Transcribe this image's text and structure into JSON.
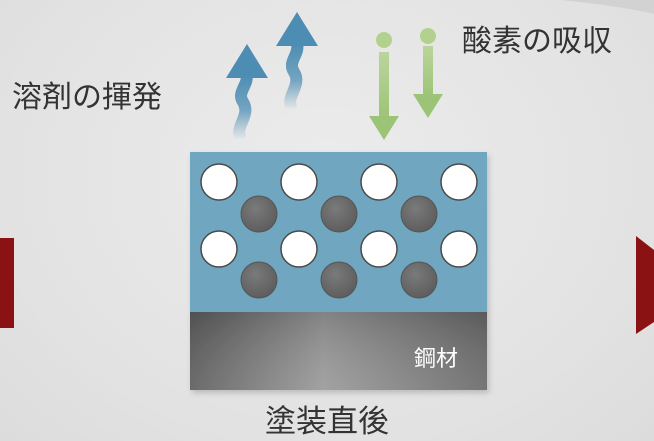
{
  "labels": {
    "solvent_evaporation": "溶剤の揮発",
    "oxygen_absorption": "酸素の吸収",
    "steel": "鋼材",
    "caption": "塗装直後"
  },
  "colors": {
    "background": "#e4e4e4",
    "coating_layer": "#6fa6c0",
    "steel_dark": "#707070",
    "steel_light": "#a8a8a8",
    "white_particle": "#ffffff",
    "gray_particle": "#6d6d6d",
    "evaporation_arrow": "#4d8db3",
    "oxygen_arrow": "#b2d18e",
    "side_arrow": "#8b1212"
  },
  "icons": {
    "evaporation": "wavy-up-arrow-icon",
    "absorption": "down-arrow-icon",
    "navigation": "red-side-arrow-icon"
  }
}
